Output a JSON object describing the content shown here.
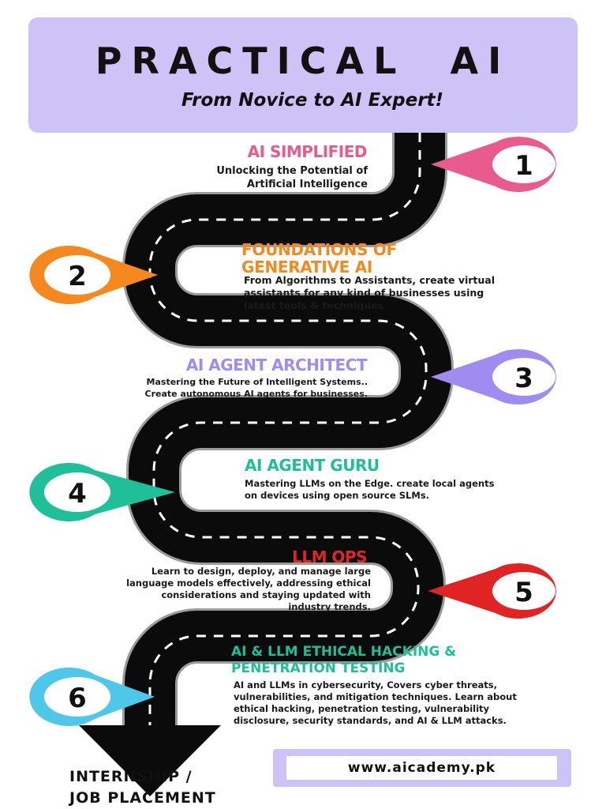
{
  "header": {
    "title": "PRACTICAL  AI",
    "subtitle": "From Novice to AI Expert!"
  },
  "colors": {
    "header_bg": "#cdc3f6",
    "road": "#0b0b0b",
    "pink": "#e85b8c",
    "orange": "#f5891f",
    "purple": "#a08cf0",
    "teal": "#1fbf9a",
    "red": "#e02424",
    "cyan": "#4fc7e8"
  },
  "steps": [
    {
      "number": "1",
      "title": "AI SIMPLIFIED",
      "description_lines": [
        "Unlocking the Potential of",
        "Artificial Intelligence"
      ]
    },
    {
      "number": "2",
      "title_lines": [
        "FOUNDATIONS OF",
        "GENERATIVE AI"
      ],
      "description_lines": [
        "From Algorithms to Assistants, create virtual",
        "assistants for any kind of businesses using",
        "latest tools & techniques"
      ]
    },
    {
      "number": "3",
      "title": "AI AGENT ARCHITECT",
      "description_lines": [
        "Mastering the Future of Intelligent Systems..",
        "Create autonomous AI agents for businesses."
      ]
    },
    {
      "number": "4",
      "title": "AI AGENT GURU",
      "description_lines": [
        "Mastering LLMs on the Edge. create local agents",
        "on devices using open source SLMs."
      ]
    },
    {
      "number": "5",
      "title": "LLM OPS",
      "description_lines": [
        "Learn to design, deploy, and manage large",
        "language models effectively, addressing ethical",
        "considerations and staying updated with",
        "industry trends."
      ]
    },
    {
      "number": "6",
      "title_lines": [
        "AI & LLM ETHICAL HACKING &",
        "PENETRATION TESTING"
      ],
      "description_lines": [
        "AI and LLMs in cybersecurity, Covers cyber threats,",
        "vulnerabilities, and mitigation techniques. Learn about",
        "ethical hacking, penetration testing, vulnerability",
        "disclosure, security standards, and AI & LLM attacks."
      ]
    }
  ],
  "footer": {
    "destination_lines": [
      "INTERNSHIP /",
      "JOB PLACEMENT"
    ],
    "url": "www.aicademy.pk"
  }
}
